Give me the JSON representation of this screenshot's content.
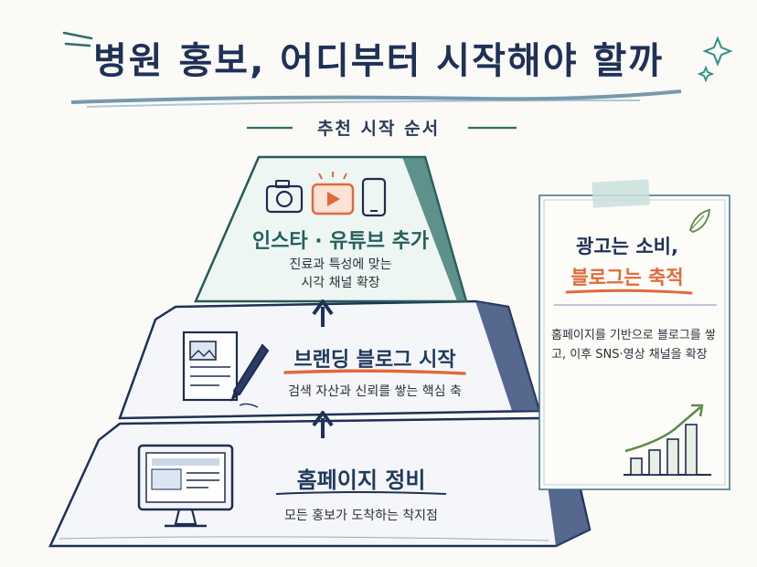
{
  "title": "병원 홍보, 어디부터 시작해야 할까",
  "subtitle": "추천 시작 순서",
  "tiers": [
    {
      "heading": "인스타 · 유튜브 추가",
      "lines": [
        "진료과 특성에 맞는",
        "시각 채널 확장"
      ]
    },
    {
      "heading": "브랜딩 블로그 시작",
      "lines": [
        "검색 자산과 신뢰를 쌓는 핵심 축"
      ]
    },
    {
      "heading": "홈페이지 정비",
      "lines": [
        "모든 홍보가 도착하는 착지점"
      ]
    }
  ],
  "note": {
    "head_line1": "광고는 소비,",
    "head_line2": "블로그는 축적",
    "body": "홈페이지를 기반으로 블로그를 쌓고, 이후 SNS·영상 채널을 확장"
  },
  "colors": {
    "navy": "#1f3158",
    "teal": "#2f6f6a",
    "orange": "#e06a3a",
    "green": "#5c8a4a"
  },
  "icons": [
    "camera-icon",
    "play-icon",
    "phone-icon",
    "document-icon",
    "pen-icon",
    "monitor-icon",
    "leaf-icon",
    "sparkle-icon",
    "growth-chart-icon"
  ]
}
